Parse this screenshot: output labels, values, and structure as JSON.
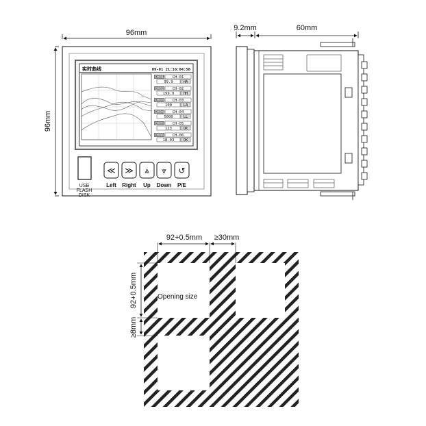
{
  "front_view": {
    "width_label": "96mm",
    "height_label": "96mm",
    "screen": {
      "title": "实时曲线",
      "datetime": "09-01 21:16:04:58",
      "channels": [
        {
          "ch": "CH01",
          "name": "CH-01",
          "value": "99.9",
          "unit": "HA"
        },
        {
          "ch": "CH02",
          "name": "CH-02",
          "value": "199.9",
          "unit": "HH"
        },
        {
          "ch": "CH03",
          "name": "CH-03",
          "value": "100",
          "unit": "LA"
        },
        {
          "ch": "CH04",
          "name": "CH-04",
          "value": "5000",
          "unit": "LL"
        },
        {
          "ch": "CH05",
          "name": "CH-05",
          "value": "123",
          "unit": "OK"
        },
        {
          "ch": "CH06",
          "name": "CH-06",
          "value": "18.03",
          "unit": "OK"
        }
      ]
    },
    "usb_label": [
      "USB",
      "FLASH",
      "DISK"
    ],
    "buttons": [
      {
        "label": "Left",
        "glyph": "≪"
      },
      {
        "label": "Right",
        "glyph": "≫"
      },
      {
        "label": "Up",
        "glyph": "⩓"
      },
      {
        "label": "Down",
        "glyph": "⩔"
      },
      {
        "label": "P/E",
        "glyph": "↺"
      }
    ]
  },
  "side_view": {
    "front_depth_label": "9.2mm",
    "body_depth_label": "60mm"
  },
  "cutout": {
    "width_label": "92+0.5mm",
    "gap_label": "≥30mm",
    "height_label": "92+0.5mm",
    "vgap_label": "≥8mm",
    "opening_label": "Opening size"
  }
}
